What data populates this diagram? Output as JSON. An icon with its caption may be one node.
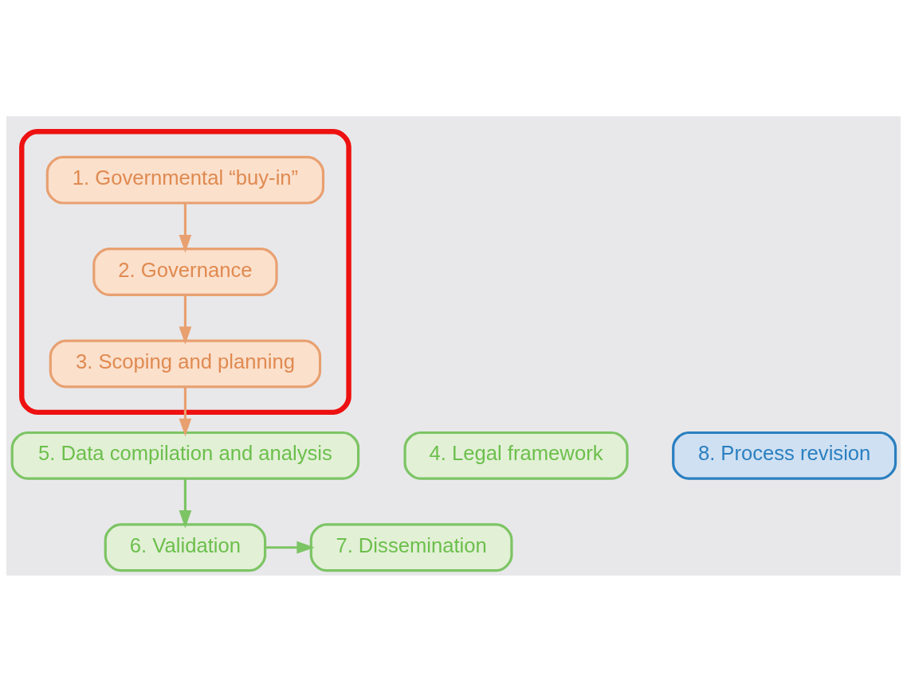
{
  "diagram": {
    "nodes": [
      {
        "text": [],
        "shape": "box"
      },
      {
        "text": [
          "1. Governmental “buy-in”"
        ],
        "in": 0
      },
      {
        "text": [
          "2. Governance"
        ],
        "in": 0
      },
      {
        "text": [
          "3. Scoping and planning"
        ],
        "in": 0
      },
      {
        "text": [
          "4. Legal framework"
        ]
      },
      {
        "text": [
          "5. Data compilation and analysis"
        ]
      },
      {
        "text": [
          "6. Validation"
        ]
      },
      {
        "text": [
          "7. Dissemination"
        ]
      },
      {
        "text": [
          "8. Process revision"
        ]
      }
    ],
    "edges": [
      {
        "from": 1,
        "to": 2,
        "arrow": "to"
      },
      {
        "from": 2,
        "to": 3,
        "arrow": "to"
      },
      {
        "from": 3,
        "to": 5,
        "arrow": "to"
      },
      {
        "from": 5,
        "to": 6,
        "arrow": "to",
        "color": "#7cc464"
      },
      {
        "from": 6,
        "to": 7,
        "arrow": "to",
        "color": "#7cc464"
      }
    ]
  }
}
